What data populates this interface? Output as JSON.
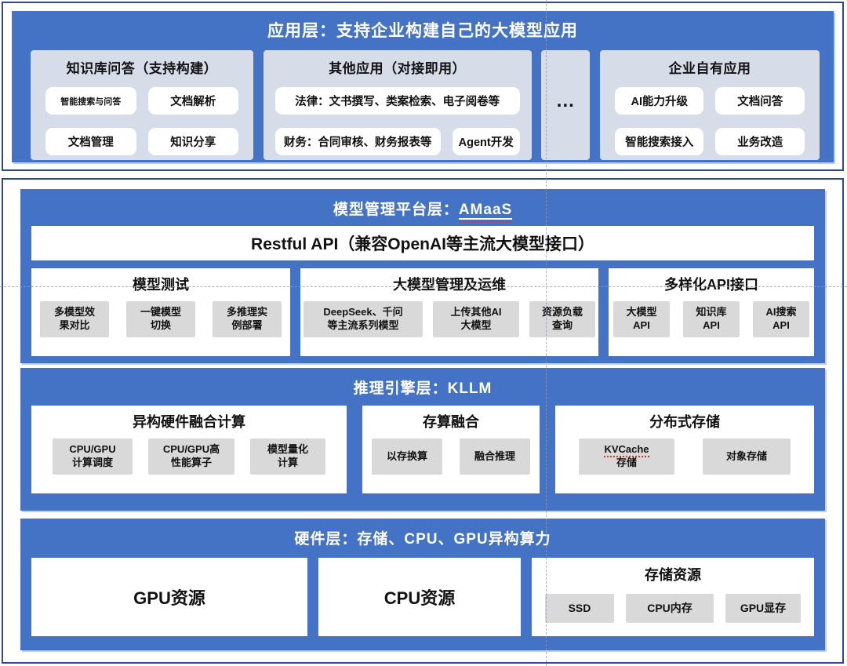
{
  "colors": {
    "accent_blue": "#4472C4",
    "frame_border": "#2C4A8C",
    "panel_light": "#D6DCE8",
    "chip_gray": "#D9D9D9",
    "spellcheck_red": "#E03131"
  },
  "app_layer": {
    "title": "应用层：支持企业构建自己的大模型应用",
    "ellipsis": "...",
    "panels": [
      {
        "title": "知识库问答（支持构建）",
        "chips": [
          "智能搜索与问答",
          "文档解析",
          "文档管理",
          "知识分享"
        ]
      },
      {
        "title": "其他应用（对接即用）",
        "chips": [
          "法律：文书撰写、类案检索、电子阅卷等",
          "财务：合同审核、财务报表等",
          "Agent开发"
        ]
      },
      {
        "title": "企业自有应用",
        "chips": [
          "AI能力升级",
          "文档问答",
          "智能搜索接入",
          "业务改造"
        ]
      }
    ]
  },
  "amaas_layer": {
    "title_prefix": "模型管理平台层：",
    "title_name": "AMaaS",
    "api_bar": "Restful API（兼容OpenAI等主流大模型接口）",
    "sections": [
      {
        "title": "模型测试",
        "chips": [
          "多模型效\n果对比",
          "一键模型\n切换",
          "多推理实\n例部署"
        ]
      },
      {
        "title": "大模型管理及运维",
        "chips": [
          "DeepSeek、千问\n等主流系列模型",
          "上传其他AI\n大模型",
          "资源负载\n查询"
        ]
      },
      {
        "title": "多样化API接口",
        "chips": [
          "大模型\nAPI",
          "知识库\nAPI",
          "AI搜索\nAPI"
        ]
      }
    ]
  },
  "kllm_layer": {
    "title": "推理引擎层：KLLM",
    "sections": [
      {
        "title": "异构硬件融合计算",
        "chips": [
          "CPU/GPU\n计算调度",
          "CPU/GPU高\n性能算子",
          "模型量化\n计算"
        ]
      },
      {
        "title": "存算融合",
        "chips": [
          "以存换算",
          "融合推理"
        ]
      },
      {
        "title": "分布式存储",
        "kvcache_chip": {
          "line1": "KVCache",
          "line2": "存储"
        },
        "object_chip": "对象存储"
      }
    ]
  },
  "hw_layer": {
    "title": "硬件层：存储、CPU、GPU异构算力",
    "gpu_box": "GPU资源",
    "cpu_box": "CPU资源",
    "storage": {
      "title": "存储资源",
      "chips": [
        "SSD",
        "CPU内存",
        "GPU显存"
      ]
    }
  }
}
